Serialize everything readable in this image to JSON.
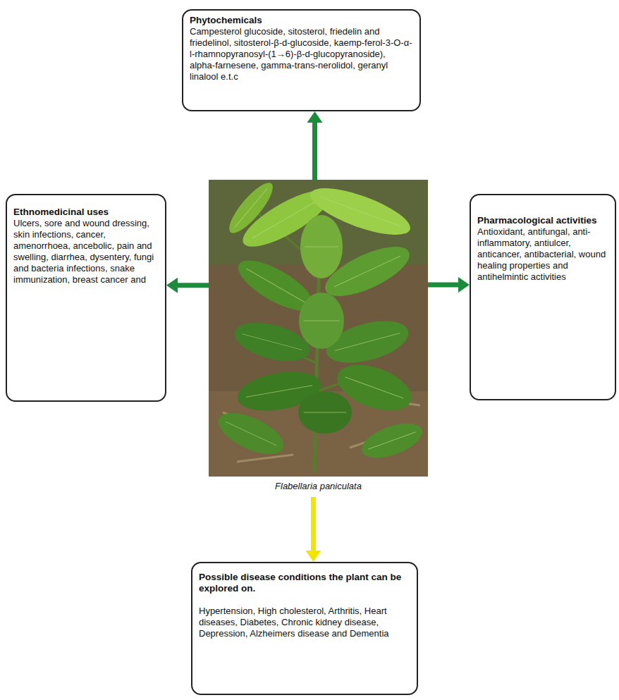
{
  "diagram": {
    "nodes": [
      {
        "text": [
          "Phytochemicals",
          "Campesterol glucoside, sitosterol, friedelin and friedelinol, sitosterol-β-d-glucoside, kaemp-ferol-3-O-α-l-rhamnopyranosyl-(1→6)-β-d-glucopyranoside), alpha-farnesene, gamma-trans-nerolidol, geranyl linalool e.t.c"
        ]
      },
      {
        "text": [
          "Ethnomedicinal uses",
          "Ulcers, sore and wound dressing, skin infections, cancer, amenorrhoea, ancebolic, pain and swelling, diarrhea, dysentery, fungi and bacteria infections, snake immunization, breast cancer and"
        ]
      },
      {
        "text": [
          "Flabellaria paniculata"
        ]
      },
      {
        "text": [
          "Pharmacological activities",
          "Antioxidant, antifungal, anti-inflammatory, antiulcer, anticancer, antibacterial, wound healing properties and antihelmintic activities"
        ]
      },
      {
        "text": [
          "Possible disease conditions the plant can be explored on.",
          "Hypertension, High cholesterol, Arthritis, Heart diseases, Diabetes, Chronic kidney disease, Depression, Alzheimers disease and Dementia"
        ]
      }
    ],
    "edges": [
      {
        "from": 2,
        "to": 0,
        "arrow": "to"
      },
      {
        "from": 2,
        "to": 1,
        "arrow": "to"
      },
      {
        "from": 2,
        "to": 3,
        "arrow": "to"
      },
      {
        "from": 2,
        "to": 4,
        "arrow": "to"
      }
    ]
  }
}
